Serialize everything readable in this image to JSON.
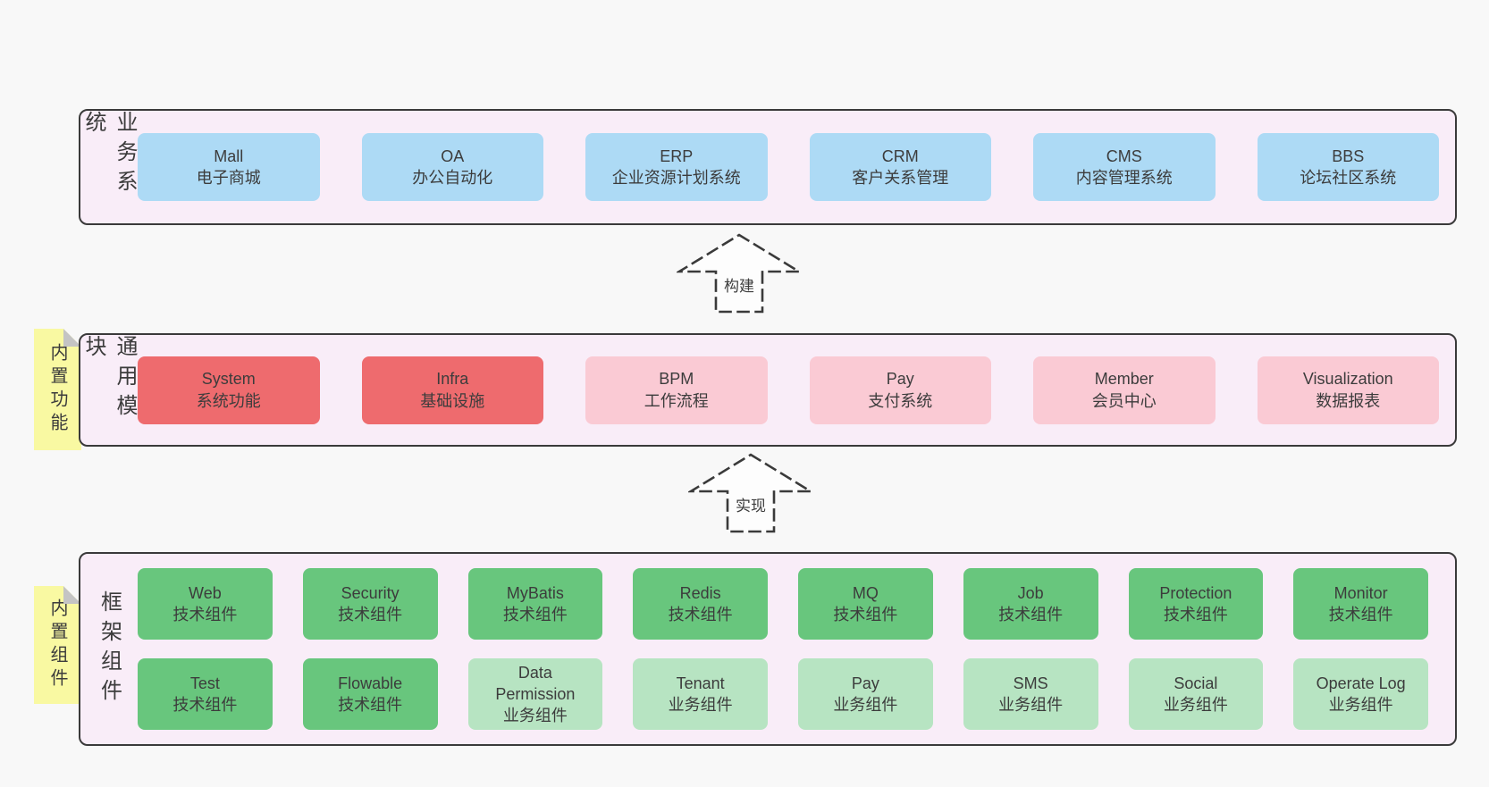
{
  "colors": {
    "background": "#f8f8f8",
    "container_fill": "#f9edf8",
    "container_border": "#3a3a3a",
    "box_blue": "#addaf5",
    "box_red": "#ee6b6e",
    "box_pink": "#facad4",
    "box_green": "#68c67d",
    "box_light_green": "#b7e4c2",
    "sticky_yellow": "#f9f9a2",
    "sticky_fold_gray": "#c4c4c4"
  },
  "arrows": {
    "build": "构建",
    "implement": "实现"
  },
  "layers": {
    "business": {
      "label": "业务系统",
      "boxes": [
        {
          "title": "Mall",
          "subtitle": "电子商城"
        },
        {
          "title": "OA",
          "subtitle": "办公自动化"
        },
        {
          "title": "ERP",
          "subtitle": "企业资源计划系统"
        },
        {
          "title": "CRM",
          "subtitle": "客户关系管理"
        },
        {
          "title": "CMS",
          "subtitle": "内容管理系统"
        },
        {
          "title": "BBS",
          "subtitle": "论坛社区系统"
        }
      ]
    },
    "modules": {
      "label": "通用模块",
      "sticky": "内置功能",
      "boxes": [
        {
          "title": "System",
          "subtitle": "系统功能"
        },
        {
          "title": "Infra",
          "subtitle": "基础设施"
        },
        {
          "title": "BPM",
          "subtitle": "工作流程"
        },
        {
          "title": "Pay",
          "subtitle": "支付系统"
        },
        {
          "title": "Member",
          "subtitle": "会员中心"
        },
        {
          "title": "Visualization",
          "subtitle": "数据报表"
        }
      ]
    },
    "framework": {
      "label": "框架组件",
      "sticky": "内置组件",
      "row1": [
        {
          "title": "Web",
          "subtitle": "技术组件"
        },
        {
          "title": "Security",
          "subtitle": "技术组件"
        },
        {
          "title": "MyBatis",
          "subtitle": "技术组件"
        },
        {
          "title": "Redis",
          "subtitle": "技术组件"
        },
        {
          "title": "MQ",
          "subtitle": "技术组件"
        },
        {
          "title": "Job",
          "subtitle": "技术组件"
        },
        {
          "title": "Protection",
          "subtitle": "技术组件"
        },
        {
          "title": "Monitor",
          "subtitle": "技术组件"
        }
      ],
      "row2": [
        {
          "title": "Test",
          "subtitle": "技术组件"
        },
        {
          "title": "Flowable",
          "subtitle": "技术组件"
        },
        {
          "title": "Data Permission",
          "subtitle": "业务组件"
        },
        {
          "title": "Tenant",
          "subtitle": "业务组件"
        },
        {
          "title": "Pay",
          "subtitle": "业务组件"
        },
        {
          "title": "SMS",
          "subtitle": "业务组件"
        },
        {
          "title": "Social",
          "subtitle": "业务组件"
        },
        {
          "title": "Operate Log",
          "subtitle": "业务组件"
        }
      ]
    }
  }
}
